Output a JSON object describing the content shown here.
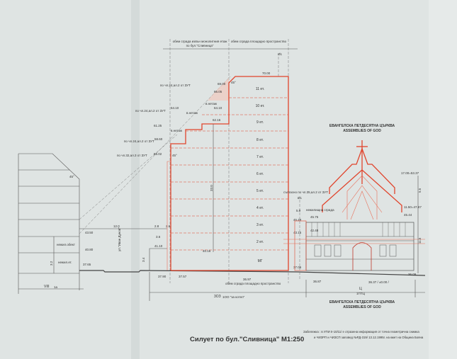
{
  "title": "Силует по бул.\"Сливница\"  М1:250",
  "note_line1": "Забележка : в УПИ II-10/11/ е отразена информация от точна геометрична снимка",
  "note_line2": "и ЧИЗРП и ЧИЗСП заповед №РД-319/ 13.12.1995г. на кмет на Община Бояна",
  "header_left": "обем сграда извън монолитния етаж",
  "header_left2": "по бул.\"Сливница\"",
  "header_right": "обем сграда площадно пространство",
  "axis_mark": "Ø1",
  "floors": [
    "11 ет.",
    "10 ет.",
    "9 ет.",
    "8 ет.",
    "7 ет.",
    "6 ет.",
    "5 ет.",
    "4 ет.",
    "3 ет.",
    "2 ет.",
    "МГ"
  ],
  "elevations": {
    "top": "70.00",
    "e6900": "69.00",
    "e6605": "66.05",
    "e6410a": "64.10",
    "e6410b": "64.10",
    "e6216": "62.16",
    "e6125": "61.25",
    "e5860": "58.60",
    "e5602": "56.02",
    "e4350": "43.50",
    "e4080": "40.80",
    "e3765": "37.65",
    "e4110": "41.10",
    "e4016": "40.16",
    "e3790": "37.90",
    "e3757": "37.57",
    "e3697": "36.97",
    "e3706": "37.06",
    "e3687": "36.87",
    "e3637": "36.37 / ±0.00 /",
    "e4575": "45.75",
    "e4549": "45.49",
    "e4315": "43.15",
    "e4248": "42.48",
    "e3609": "36.09",
    "e1700": "17.00=53.37",
    "e1150": "11.50=47.87",
    "e4544": "45.44"
  },
  "rules": {
    "r1": "по чл.24,ал.2 от ЗУТ",
    "r2": "по чл.24,ал.2 от ЗУТ",
    "r3": "по чл.24,ал.2 от ЗУТ",
    "r4": "по чл.24,ал.2 от ЗУТ",
    "r5": "по чл.32,ал.3 от ЗУТ",
    "r6": "съгласно по чл.35,ал.2 от ЗУТ"
  },
  "setback_labels": [
    "в.нетаж",
    "в.нетаж",
    "в.нетаж",
    "в.нетаж"
  ],
  "dims": {
    "d12": "12.0",
    "d28": "2.8",
    "d26": "2.6",
    "d36": "3.6",
    "d34": "3.4",
    "d32": "3.2",
    "h33": "33.0",
    "d50": "5.0",
    "d55": "5.5",
    "d115": "11.5"
  },
  "left_building": {
    "label1": "нежил.обект",
    "label2": "нежил.ет.",
    "zone": "VIII",
    "zone_sub": "1a"
  },
  "street": "ул.\"Иван Дунов\"",
  "bottom_dim": "обем сграда площадно пространство",
  "zone_main": "3ОЗ",
  "zone_main_sub": "1ОО \"за котел\"",
  "church": {
    "title1": "ЕВАНГЕЛСКА ПЕТДЕСЯТНА ЦЪРКВА",
    "title2": "ASSEMBLIES OF GOD",
    "neighbor": "нежилищна сграда",
    "zone": "Ц",
    "zone_sub": "1ПТЦ"
  }
}
